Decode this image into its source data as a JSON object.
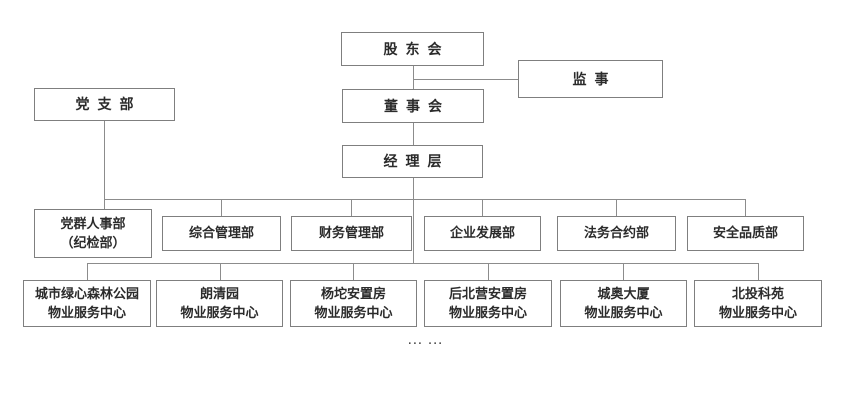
{
  "org_chart": {
    "nodes": {
      "shareholders": {
        "label": "股东会"
      },
      "supervisor": {
        "label": "监事"
      },
      "party_branch": {
        "label": "党支部"
      },
      "board": {
        "label": "董事会"
      },
      "management": {
        "label": "经理层"
      },
      "dept_party_hr": {
        "label": "党群人事部",
        "label2": "（纪检部）"
      },
      "dept_general_admin": {
        "label": "综合管理部"
      },
      "dept_finance": {
        "label": "财务管理部"
      },
      "dept_enterprise_dev": {
        "label": "企业发展部"
      },
      "dept_legal_contract": {
        "label": "法务合约部"
      },
      "dept_safety_quality": {
        "label": "安全品质部"
      },
      "center_urban_green_forest_park": {
        "label": "城市绿心森林公园",
        "label2": "物业服务中心"
      },
      "center_langqingyuan": {
        "label": "朗清园",
        "label2": "物业服务中心"
      },
      "center_yangtuo_resettlement": {
        "label": "杨坨安置房",
        "label2": "物业服务中心"
      },
      "center_houbeiying_resettlement": {
        "label": "后北营安置房",
        "label2": "物业服务中心"
      },
      "center_chengao_tower": {
        "label": "城奥大厦",
        "label2": "物业服务中心"
      },
      "center_beitou_keyuan": {
        "label": "北投科苑",
        "label2": "物业服务中心"
      }
    },
    "ellipsis": "... ...",
    "colors": {
      "background": "#ffffff",
      "box_border": "#7f7f7f",
      "connector_line": "#8c8c8c",
      "text": "#2b2b2b"
    }
  }
}
